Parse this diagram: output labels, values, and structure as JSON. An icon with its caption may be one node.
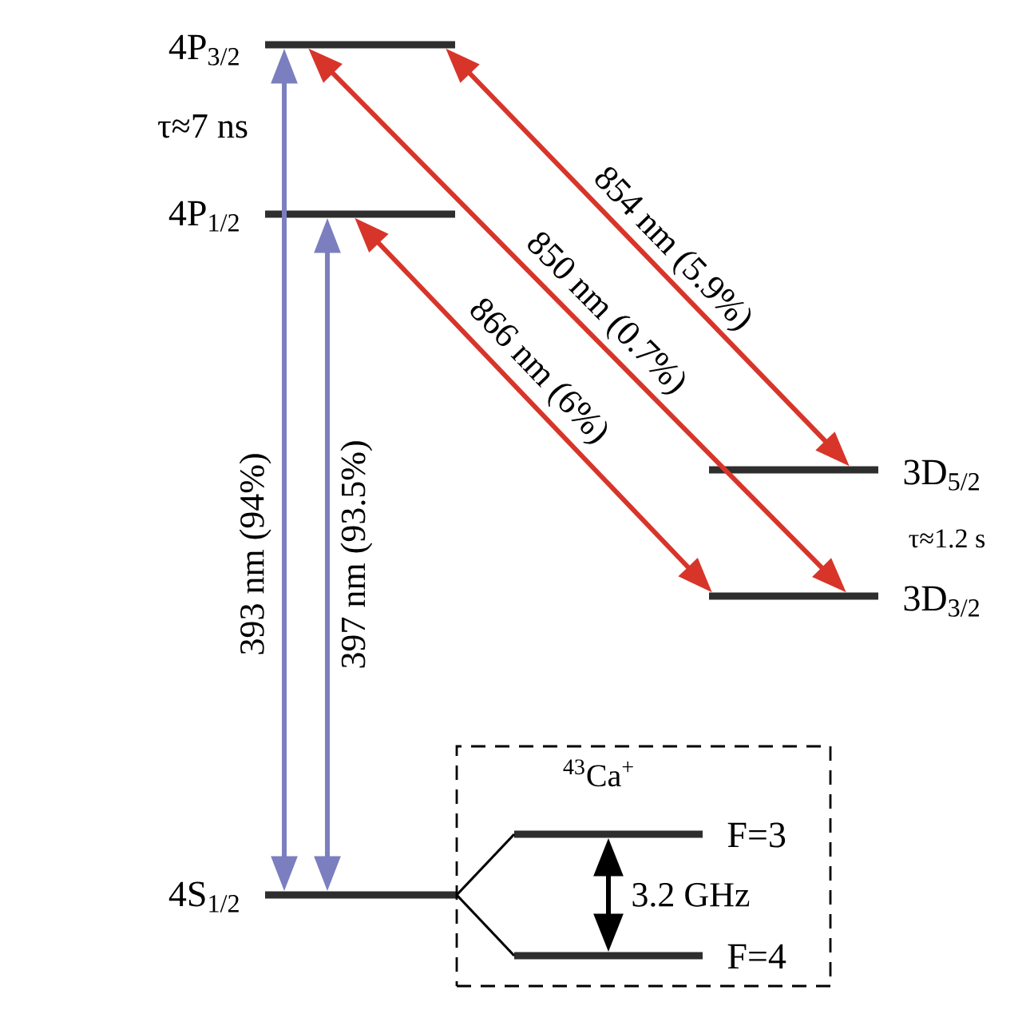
{
  "diagram": {
    "nodes": [
      {
        "text": [
          "4P$_{3/2}$"
        ],
        "beside": [
          "τ≈7 ns"
        ]
      },
      {
        "text": [
          "4P$_{1/2}$"
        ]
      },
      {
        "text": [
          "3D$_{5/2}$"
        ],
        "beside": [
          "τ≈1.2 s"
        ]
      },
      {
        "text": [
          "3D$_{3/2}$"
        ]
      },
      {
        "text": [
          "4S$_{1/2}$"
        ]
      },
      {
        "text": [
          "$^{43}$Ca$^{+}$"
        ]
      },
      {
        "text": [
          "F=3"
        ],
        "in": 5
      },
      {
        "text": [
          "F=4"
        ],
        "in": 5
      }
    ],
    "edges": [
      {
        "from": 4,
        "to": 0,
        "arrow": "both",
        "label": "393 nm (94%)",
        "color": "#7b7fbf"
      },
      {
        "from": 4,
        "to": 1,
        "arrow": "both",
        "label": "397 nm (93.5%)",
        "color": "#7b7fbf"
      },
      {
        "from": 0,
        "to": 2,
        "arrow": "both",
        "label": "854 nm (5.9%)",
        "color": "#d8352a"
      },
      {
        "from": 0,
        "to": 3,
        "arrow": "both",
        "label": "850 nm (0.7%)",
        "color": "#d8352a"
      },
      {
        "from": 1,
        "to": 3,
        "arrow": "both",
        "label": "866 nm (6%)",
        "color": "#d8352a"
      },
      {
        "from": 4,
        "to": 6,
        "arrow": "none",
        "color": "#000000"
      },
      {
        "from": 4,
        "to": 7,
        "arrow": "none",
        "color": "#000000"
      },
      {
        "from": 6,
        "to": 7,
        "arrow": "both",
        "label": "3.2 GHz",
        "color": "#000000"
      }
    ]
  }
}
